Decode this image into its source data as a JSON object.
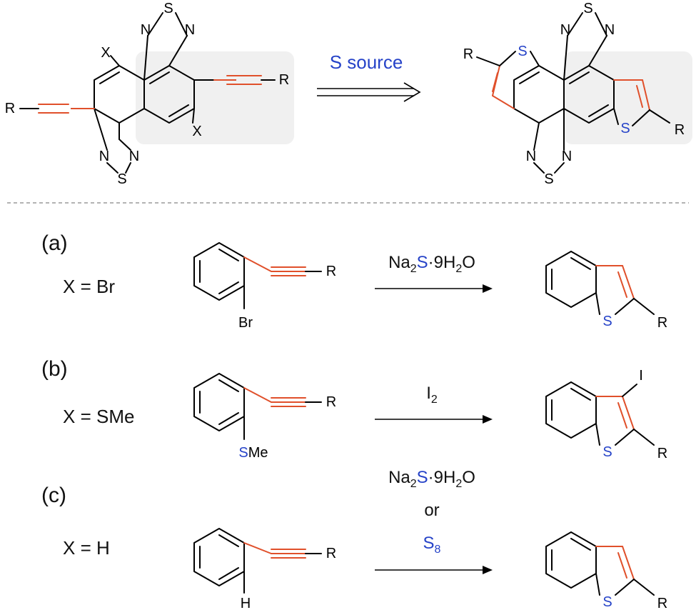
{
  "colors": {
    "sulfur_text": "#2643c8",
    "new_bond": "#e0502b",
    "highlight_box": "#f0f0f0",
    "separator": "#9a9a9a"
  },
  "top": {
    "arrow_label": "S source",
    "atoms": {
      "x": "X",
      "r": "R",
      "n": "N",
      "s": "S"
    }
  },
  "rows": [
    {
      "label": "(a)",
      "condition": "X = Br",
      "substituent": "Br",
      "reagent": {
        "pre": "Na",
        "sub1": "2",
        "s": "S",
        "mid": "·9H",
        "sub2": "2",
        "post": "O"
      },
      "product_substituent": ""
    },
    {
      "label": "(b)",
      "condition": "X = SMe",
      "substituent_s": "S",
      "substituent_rest": "Me",
      "reagent": {
        "pre": "I",
        "sub1": "2"
      },
      "product_substituent": "I"
    },
    {
      "label": "(c)",
      "condition": "X = H",
      "substituent": "H",
      "reagent": {
        "line1_pre": "Na",
        "line1_sub1": "2",
        "line1_s": "S",
        "line1_mid": "·9H",
        "line1_sub2": "2",
        "line1_post": "O",
        "or": "or",
        "line3_s": "S",
        "line3_sub": "8"
      }
    }
  ]
}
